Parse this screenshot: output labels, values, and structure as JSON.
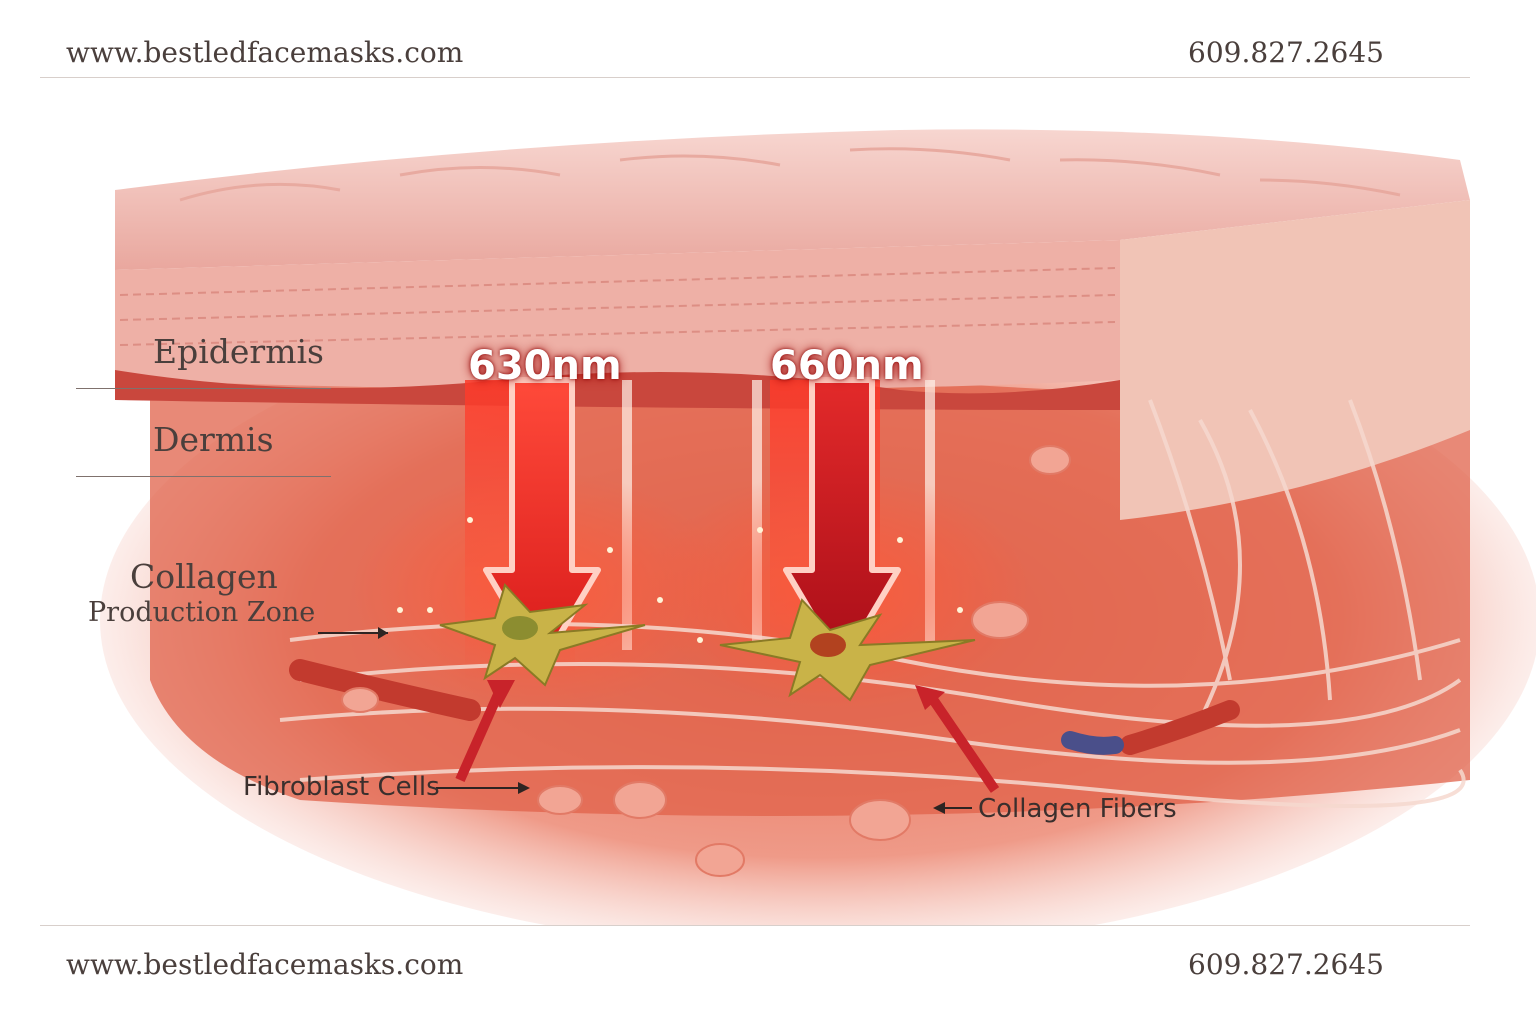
{
  "header": {
    "website": "www.bestledfacemasks.com",
    "phone": "609.827.2645"
  },
  "footer": {
    "website": "www.bestledfacemasks.com",
    "phone": "609.827.2645"
  },
  "labels": {
    "epidermis": "Epidermis",
    "dermis": "Dermis",
    "collagen": "Collagen",
    "production_zone": "Production Zone",
    "fibroblast_cells": "Fibroblast Cells",
    "collagen_fibers": "Collagen Fibers"
  },
  "wavelengths": {
    "first": "630nm",
    "second": "660nm"
  },
  "colors": {
    "skin_top": "#f3c2bb",
    "dermis_red": "#e2553f",
    "light_red": "#e3201c",
    "fibroblast": "#c9b348",
    "text": "#4a3f3c"
  }
}
